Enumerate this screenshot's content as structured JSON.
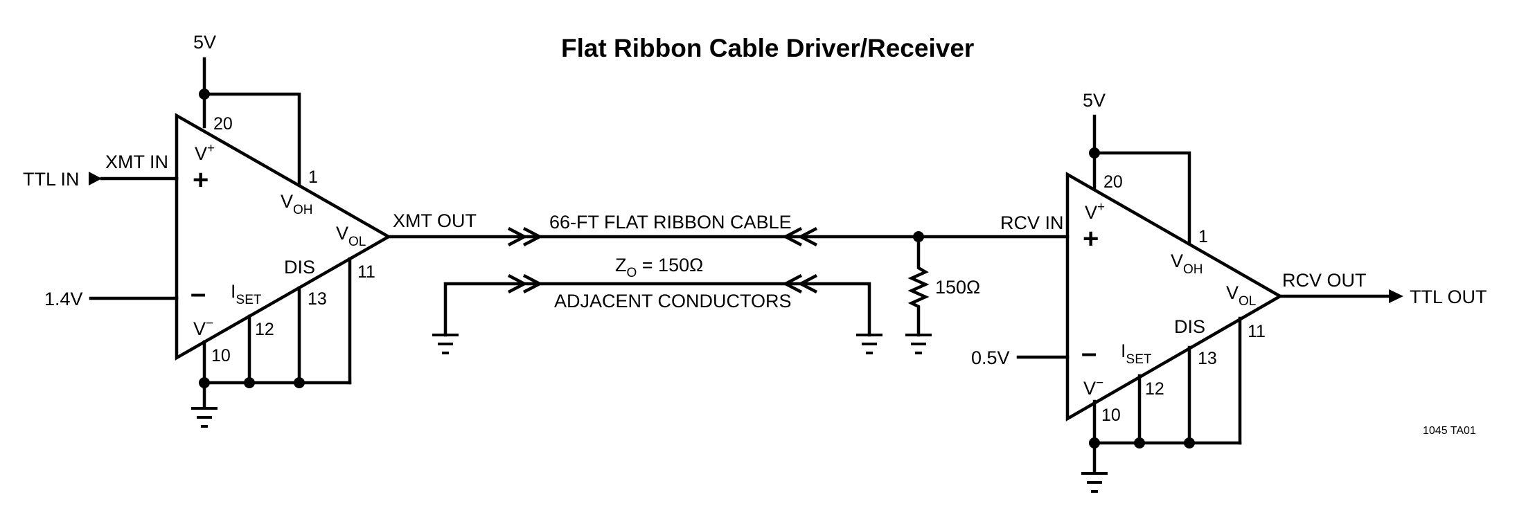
{
  "title": "Flat Ribbon Cable Driver/Receiver",
  "figure_id": "1045 TA01",
  "driver": {
    "supply": "5V",
    "input_name": "XMT IN",
    "input_signal": "TTL IN",
    "ref_voltage": "1.4V",
    "output_name": "XMT OUT",
    "pins": {
      "v_plus": "20",
      "v_oh": "1",
      "v_ol": "11",
      "dis": "13",
      "i_set": "12",
      "v_minus": "10"
    }
  },
  "receiver": {
    "supply": "5V",
    "input_name": "RCV IN",
    "output_name": "RCV OUT",
    "output_signal": "TTL OUT",
    "ref_voltage": "0.5V",
    "pins": {
      "v_plus": "20",
      "v_oh": "1",
      "v_ol": "11",
      "dis": "13",
      "i_set": "12",
      "v_minus": "10"
    }
  },
  "pin_labels": {
    "v_main": "V",
    "v_plus_sup": "+",
    "v_minus_sup": "−",
    "oh_sub": "OH",
    "ol_sub": "OL",
    "i_main": "I",
    "set_sub": "SET",
    "dis": "DIS",
    "plus_sign": "+",
    "minus_sign": "–"
  },
  "cable": {
    "name": "66-FT FLAT RIBBON CABLE",
    "impedance_prefix": "Z",
    "impedance_sub": "O",
    "impedance_value": " = 150Ω",
    "adjacent": "ADJACENT CONDUCTORS"
  },
  "termination": "150Ω"
}
